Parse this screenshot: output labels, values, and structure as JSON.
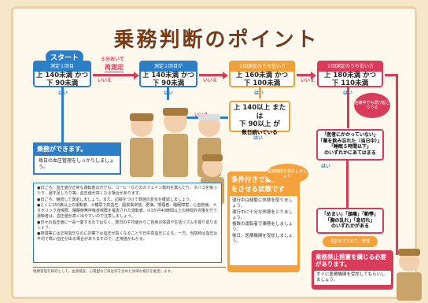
{
  "title": "乗務判断のポイント",
  "start_label": "スタート",
  "retest_label_1": "５分おいて",
  "retest_label_2": "再測定",
  "no": "いいえ",
  "yes": "はい",
  "step1": {
    "header": "測定１回目",
    "line1": "上 140未満 かつ",
    "line2": "下 90未満"
  },
  "step2": {
    "header": "測定２回目が",
    "line1": "上 140未満 かつ",
    "line2": "下 90未満"
  },
  "step3": {
    "header": "２回測定のうち低い方",
    "line1": "上 160未満 かつ",
    "line2": "下 100未満"
  },
  "step4": {
    "header": "２回測定のうち低い方",
    "line1": "上 180未満 かつ",
    "line2": "下 110未満"
  },
  "step5": {
    "line1": "上 140以上 または",
    "line2": "下 90以上 が",
    "line3": "数日続いている"
  },
  "ok_box": {
    "title": "乗務ができます。",
    "body": "毎日の血圧管理をしっかりしましょう。"
  },
  "cond_box": {
    "line1": "「医者にかかっていない」",
    "line2": "「薬を飲み忘れた（当日中）」",
    "line3": "「睡眠５時間以下」",
    "line4": "のいずれかにあてはまる"
  },
  "symptom_box": {
    "line1": "「めまい」「頭痛」「動悸」",
    "line2": "「胸の乱れ」「息切れ」",
    "line3": "のいずれかがある"
  },
  "caution_box": {
    "title": "条件付きで乗務",
    "title2": "をさせる状態です",
    "items": [
      "運行中は頻繁に休憩を取りましょう。",
      "運行中に十分な休憩をとりましょう。",
      "複数の運転者で乗務をしましょう。",
      "後日、医療機関を受診しましょう。"
    ]
  },
  "stop_box": {
    "title": "乗務禁止措置を講じる必要があります。",
    "body": "すぐに医療機関を受診してもらいしましょう。"
  },
  "bubble_1": "治療中でも再び起こりうる",
  "bubble_2": "医療機関を受診しましょう",
  "bubble_3": "受診をすすめて、管理",
  "notes": [
    "●日ごろ、血圧値が正常な運転者の方でも、コーヒーなどのカフェイン飲料を飲んだり、タバコを吸ったり、寝不足したり等、血圧値が高くなる場合があります。",
    "●日ごろ、継続して測定しましょう。また、記録をつけて数値の変化を確認しましょう。",
    "●とくに150歳以上の運転者、②糖尿で高血圧、脂質異常症、肥満、喫煙者、睡眠障害、心血管病、メタボリック症候群、睡眠時無呼吸症候群を罹患された運転者、③1か月40時間以上の時間外労働を行う運転者は、血圧値が高く出やすいので注意しましょう。",
    "●日々の血圧値に一喜一憂するのではなく、数日の平均値からご自身の体調や生活リズムを振り返りましょう。",
    "●夜間等には正常血圧なのに診察では血圧が高くなることや日中高血圧による。一方、当院時は血圧は平均で高い血圧が出る場合がありますので、正常値がわかる。"
  ],
  "footer": "健康管理を目的として、血液検査、心電図など既往等を含めた詳細な検診を推奨します。"
}
